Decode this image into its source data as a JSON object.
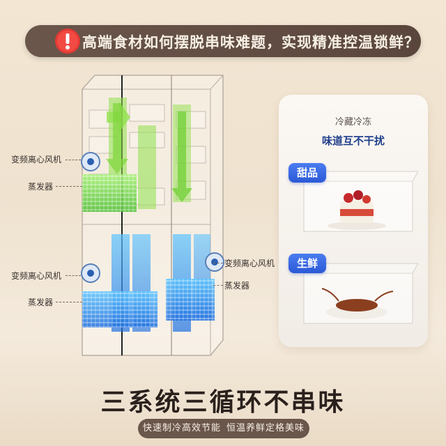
{
  "banner": {
    "text": "高端食材如何摆脱串味难题，实现精准控温锁鲜？",
    "icon": "warning-icon"
  },
  "fridge_labels": {
    "upper_fan": "变频离心风机",
    "upper_evaporator": "蒸发器",
    "lower_left_fan": "变频离心风机",
    "lower_left_evaporator": "蒸发器",
    "lower_right_fan": "变频离心风机",
    "lower_right_evaporator": "蒸发器"
  },
  "panel": {
    "subtitle": "冷藏冷冻",
    "title": "味道互不干扰",
    "items": [
      {
        "tag": "甜品"
      },
      {
        "tag": "生鲜"
      }
    ]
  },
  "main": {
    "title": "三系统三循环不串味",
    "slogan_a": "快速制冷高效节能",
    "slogan_b": "恒温养鲜定格美味"
  },
  "colors": {
    "banner": "#5a463c",
    "tag": "#2b59d6",
    "green_flow": "#8ee04a",
    "blue_flow": "#3aa2f0"
  }
}
